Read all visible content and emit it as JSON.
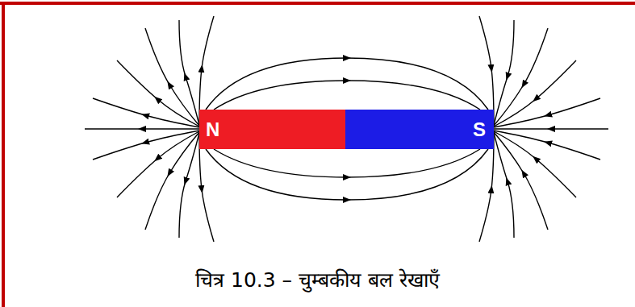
{
  "diagram": {
    "caption": "चित्र 10.3 – चुम्बकीय बल रेखाएँ",
    "nodes": [
      {
        "text": [
          "N"
        ]
      },
      {
        "text": [
          "S"
        ]
      }
    ]
  }
}
